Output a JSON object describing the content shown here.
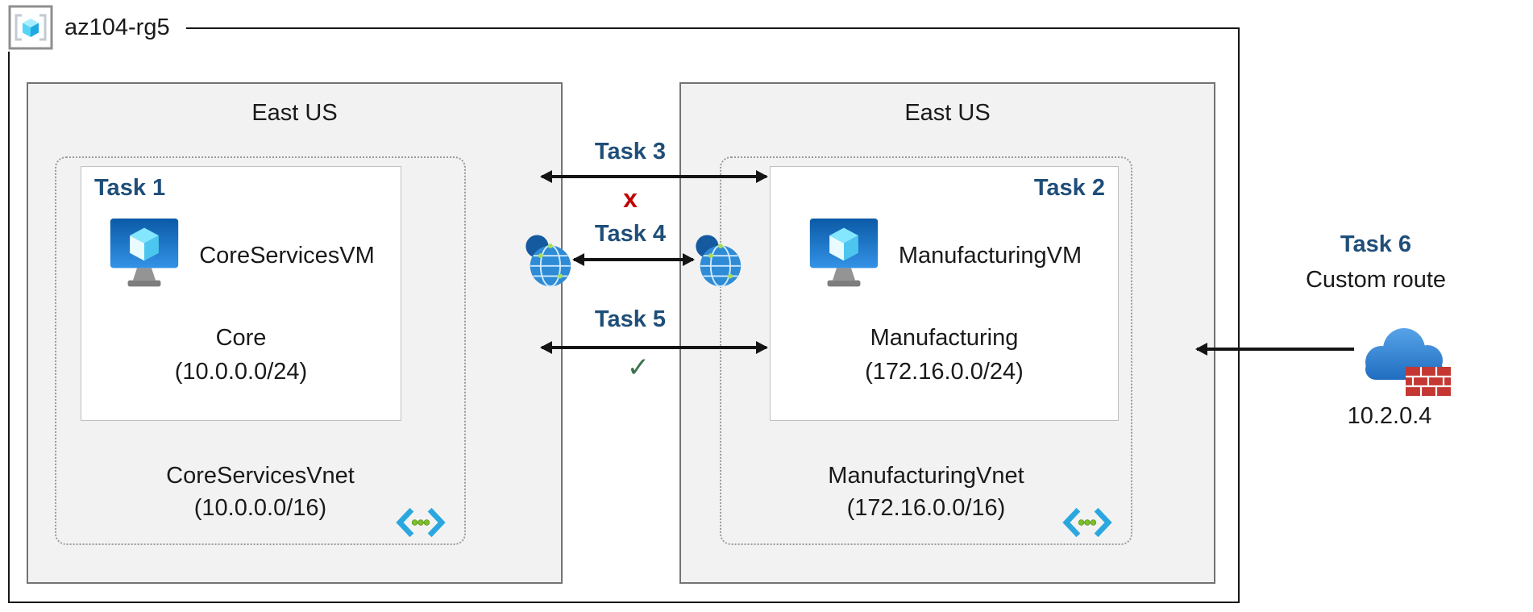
{
  "diagram": {
    "resource_group": {
      "name": "az104-rg5"
    },
    "regions": {
      "left": {
        "title": "East US",
        "vnet": {
          "name": "CoreServicesVnet",
          "address_space": "(10.0.0.0/16)",
          "subnet": {
            "task": "Task 1",
            "vm_name": "CoreServicesVM",
            "name": "Core",
            "prefix": "(10.0.0.0/24)"
          }
        }
      },
      "right": {
        "title": "East US",
        "vnet": {
          "name": "ManufacturingVnet",
          "address_space": "(172.16.0.0/16)",
          "subnet": {
            "task": "Task 2",
            "vm_name": "ManufacturingVM",
            "name": "Manufacturing",
            "prefix": "(172.16.0.0/24)"
          }
        }
      }
    },
    "connections": {
      "task3": {
        "label": "Task 3",
        "status_glyph": "x"
      },
      "task4": {
        "label": "Task 4"
      },
      "task5": {
        "label": "Task 5",
        "status_glyph": "✓"
      }
    },
    "custom_route": {
      "task": "Task 6",
      "title": "Custom route",
      "ip": "10.2.0.4"
    },
    "icons": {
      "resource_group": "azure-resource-group-icon",
      "virtual_machine": "virtual-machine-icon",
      "peering": "vnet-peering-icon",
      "virtual_network": "virtual-network-icon",
      "appliance": "cloud-firewall-icon"
    },
    "colors": {
      "task_label": "#1F4E79",
      "status_blocked": "#C00000",
      "status_allowed": "#3A7350",
      "region_fill": "#F2F2F2",
      "azure_blue": "#2E8BD5"
    }
  }
}
